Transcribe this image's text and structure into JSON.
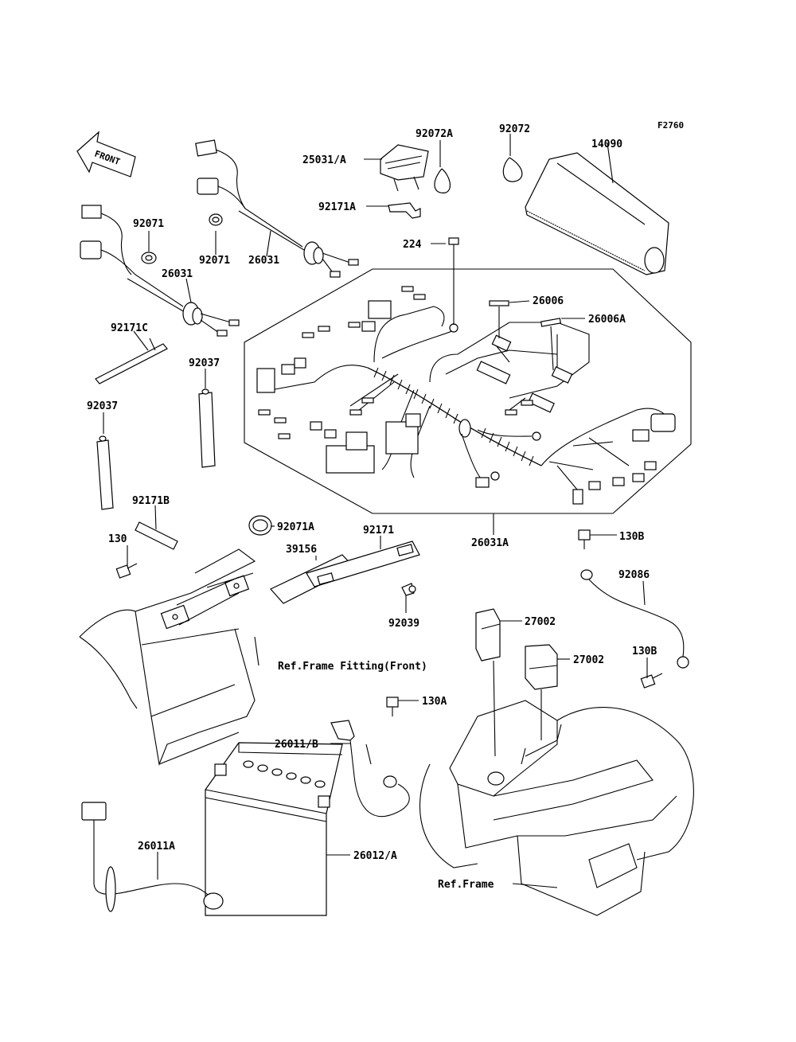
{
  "figure_code": "F2760",
  "front_arrow": "FRONT",
  "labels": {
    "l92072A": "92072A",
    "l92072": "92072",
    "l14090": "14090",
    "l25031A": "25031/A",
    "l92171A": "92171A",
    "l92071a": "92071",
    "l92071b": "92071",
    "l26031a": "26031",
    "l26031b": "26031",
    "l224": "224",
    "l26006": "26006",
    "l26006A": "26006A",
    "l92171C": "92171C",
    "l92037a": "92037",
    "l92037b": "92037",
    "l26031A": "26031A",
    "l92171B": "92171B",
    "l92071A": "92071A",
    "l92171": "92171",
    "l39156": "39156",
    "l130": "130",
    "l92039": "92039",
    "l130Ba": "130B",
    "l92086": "92086",
    "l27002a": "27002",
    "l27002b": "27002",
    "l130Bb": "130B",
    "l130A": "130A",
    "l26011B": "26011/B",
    "l26011A": "26011A",
    "l26012A": "26012/A"
  },
  "refs": {
    "frame_fitting": "Ref.Frame Fitting(Front)",
    "frame": "Ref.Frame"
  }
}
